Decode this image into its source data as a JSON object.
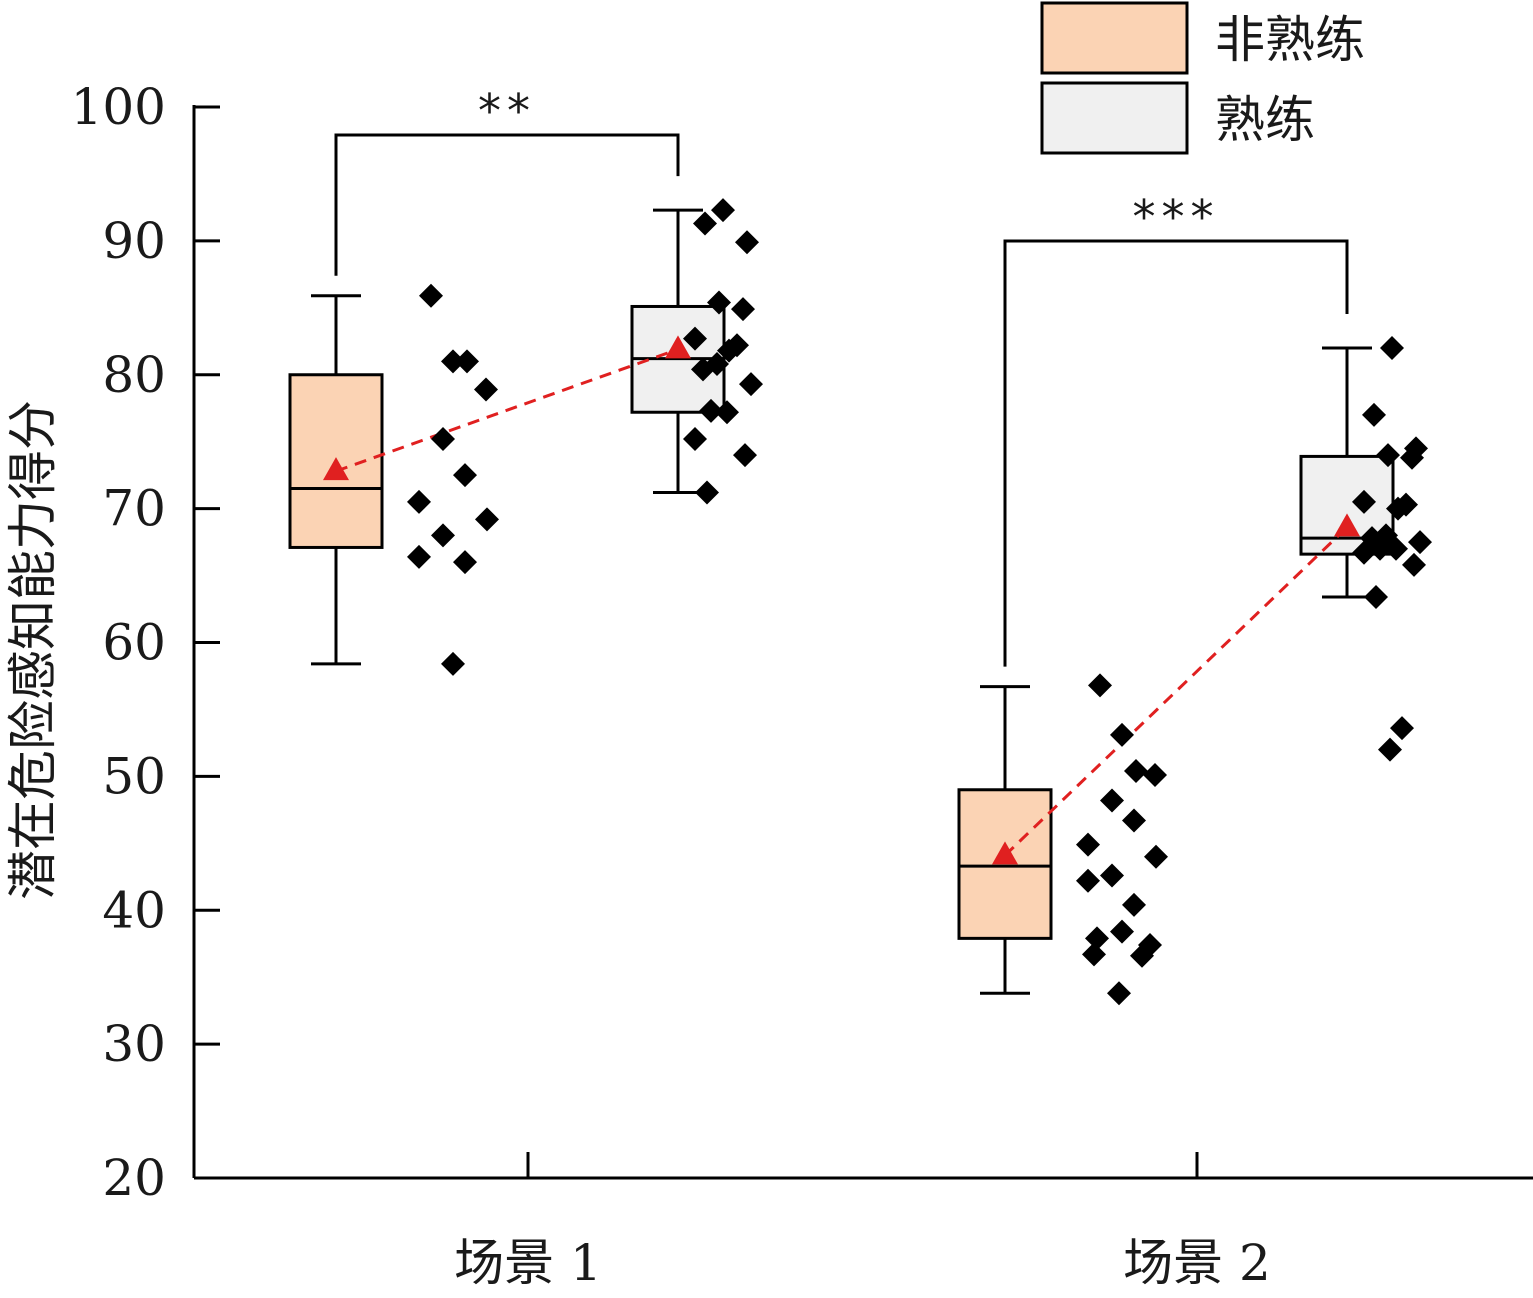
{
  "chart_data": {
    "type": "box",
    "ylabel": "潜在危险感知能力得分",
    "ylim": [
      20,
      100
    ],
    "yticks": [
      20,
      30,
      40,
      50,
      60,
      70,
      80,
      90,
      100
    ],
    "categories": [
      "场景 1",
      "场景 2"
    ],
    "legend": {
      "placement": "top-right",
      "entries": [
        {
          "label": "非熟练",
          "color": "#fbd3b4"
        },
        {
          "label": "熟练",
          "color": "#f0f0f0"
        }
      ]
    },
    "mean_marker_color": "#e02020",
    "series": [
      {
        "name": "非熟练",
        "color": "#fbd3b4",
        "boxes": [
          {
            "category": "场景 1",
            "min": 58.4,
            "q1": 67.1,
            "median": 71.5,
            "q3": 80.0,
            "max": 85.9,
            "mean": 72.8,
            "points": [
              85.9,
              81.0,
              81.0,
              78.9,
              75.2,
              72.5,
              70.5,
              69.2,
              68.0,
              66.4,
              66.0,
              58.4
            ]
          },
          {
            "category": "场景 2",
            "min": 33.8,
            "q1": 37.9,
            "median": 43.3,
            "q3": 49.0,
            "max": 56.7,
            "mean": 44.1,
            "points": [
              56.8,
              53.1,
              50.4,
              50.1,
              48.2,
              46.7,
              44.9,
              44.0,
              42.6,
              42.2,
              40.4,
              38.4,
              37.9,
              37.4,
              36.7,
              36.6,
              33.8
            ]
          }
        ]
      },
      {
        "name": "熟练",
        "color": "#f0f0f0",
        "boxes": [
          {
            "category": "场景 1",
            "min": 71.2,
            "q1": 77.2,
            "median": 81.2,
            "q3": 85.1,
            "max": 92.3,
            "mean": 81.9,
            "points": [
              92.3,
              91.3,
              89.9,
              85.4,
              84.9,
              82.7,
              82.2,
              81.8,
              80.8,
              80.4,
              79.3,
              77.3,
              77.2,
              75.2,
              74.0,
              71.2
            ]
          },
          {
            "category": "场景 2",
            "min": 63.4,
            "q1": 66.6,
            "median": 67.8,
            "q3": 73.9,
            "max": 82.0,
            "mean": 68.6,
            "points": [
              82.0,
              77.0,
              74.5,
              74.0,
              73.8,
              70.5,
              70.3,
              70.0,
              68.0,
              67.8,
              67.5,
              67.0,
              67.0,
              66.7,
              65.8,
              63.4,
              53.6,
              52.0
            ]
          }
        ]
      }
    ],
    "significance": [
      {
        "category": "场景 1",
        "label": "**"
      },
      {
        "category": "场景 2",
        "label": "***"
      }
    ]
  }
}
